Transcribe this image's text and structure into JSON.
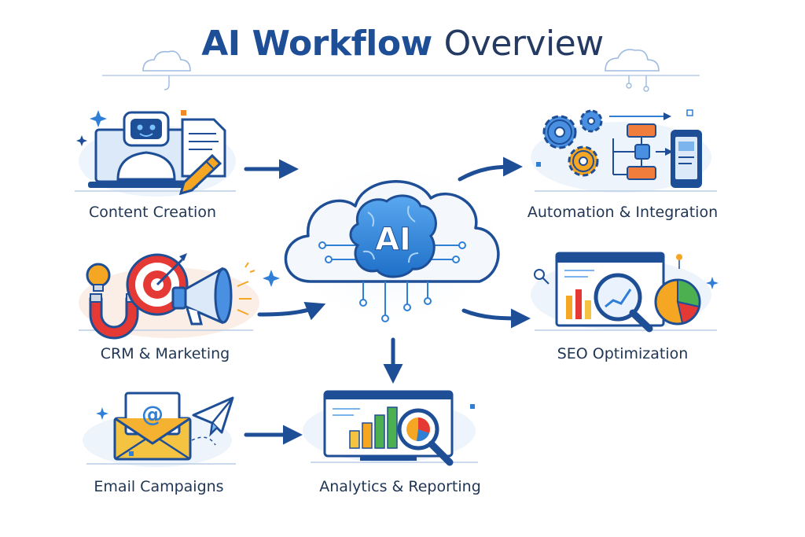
{
  "title": {
    "strong": "AI Workflow",
    "light": "Overview"
  },
  "center": {
    "badge": "AI"
  },
  "nodes": [
    {
      "label": "Content Creation"
    },
    {
      "label": "Automation & Integration"
    },
    {
      "label": "CRM & Marketing"
    },
    {
      "label": "SEO Optimization"
    },
    {
      "label": "Email Campaigns"
    },
    {
      "label": "Analytics & Reporting"
    }
  ],
  "icons": {
    "email_symbol": "@"
  },
  "colors": {
    "primary": "#1e4e96",
    "dark": "#243a63",
    "orange": "#f08a24",
    "yellow": "#f5c342",
    "green": "#4caf50",
    "red": "#e53935",
    "light_blue": "#dbe9f8",
    "accent_blue": "#2f7fd6"
  }
}
